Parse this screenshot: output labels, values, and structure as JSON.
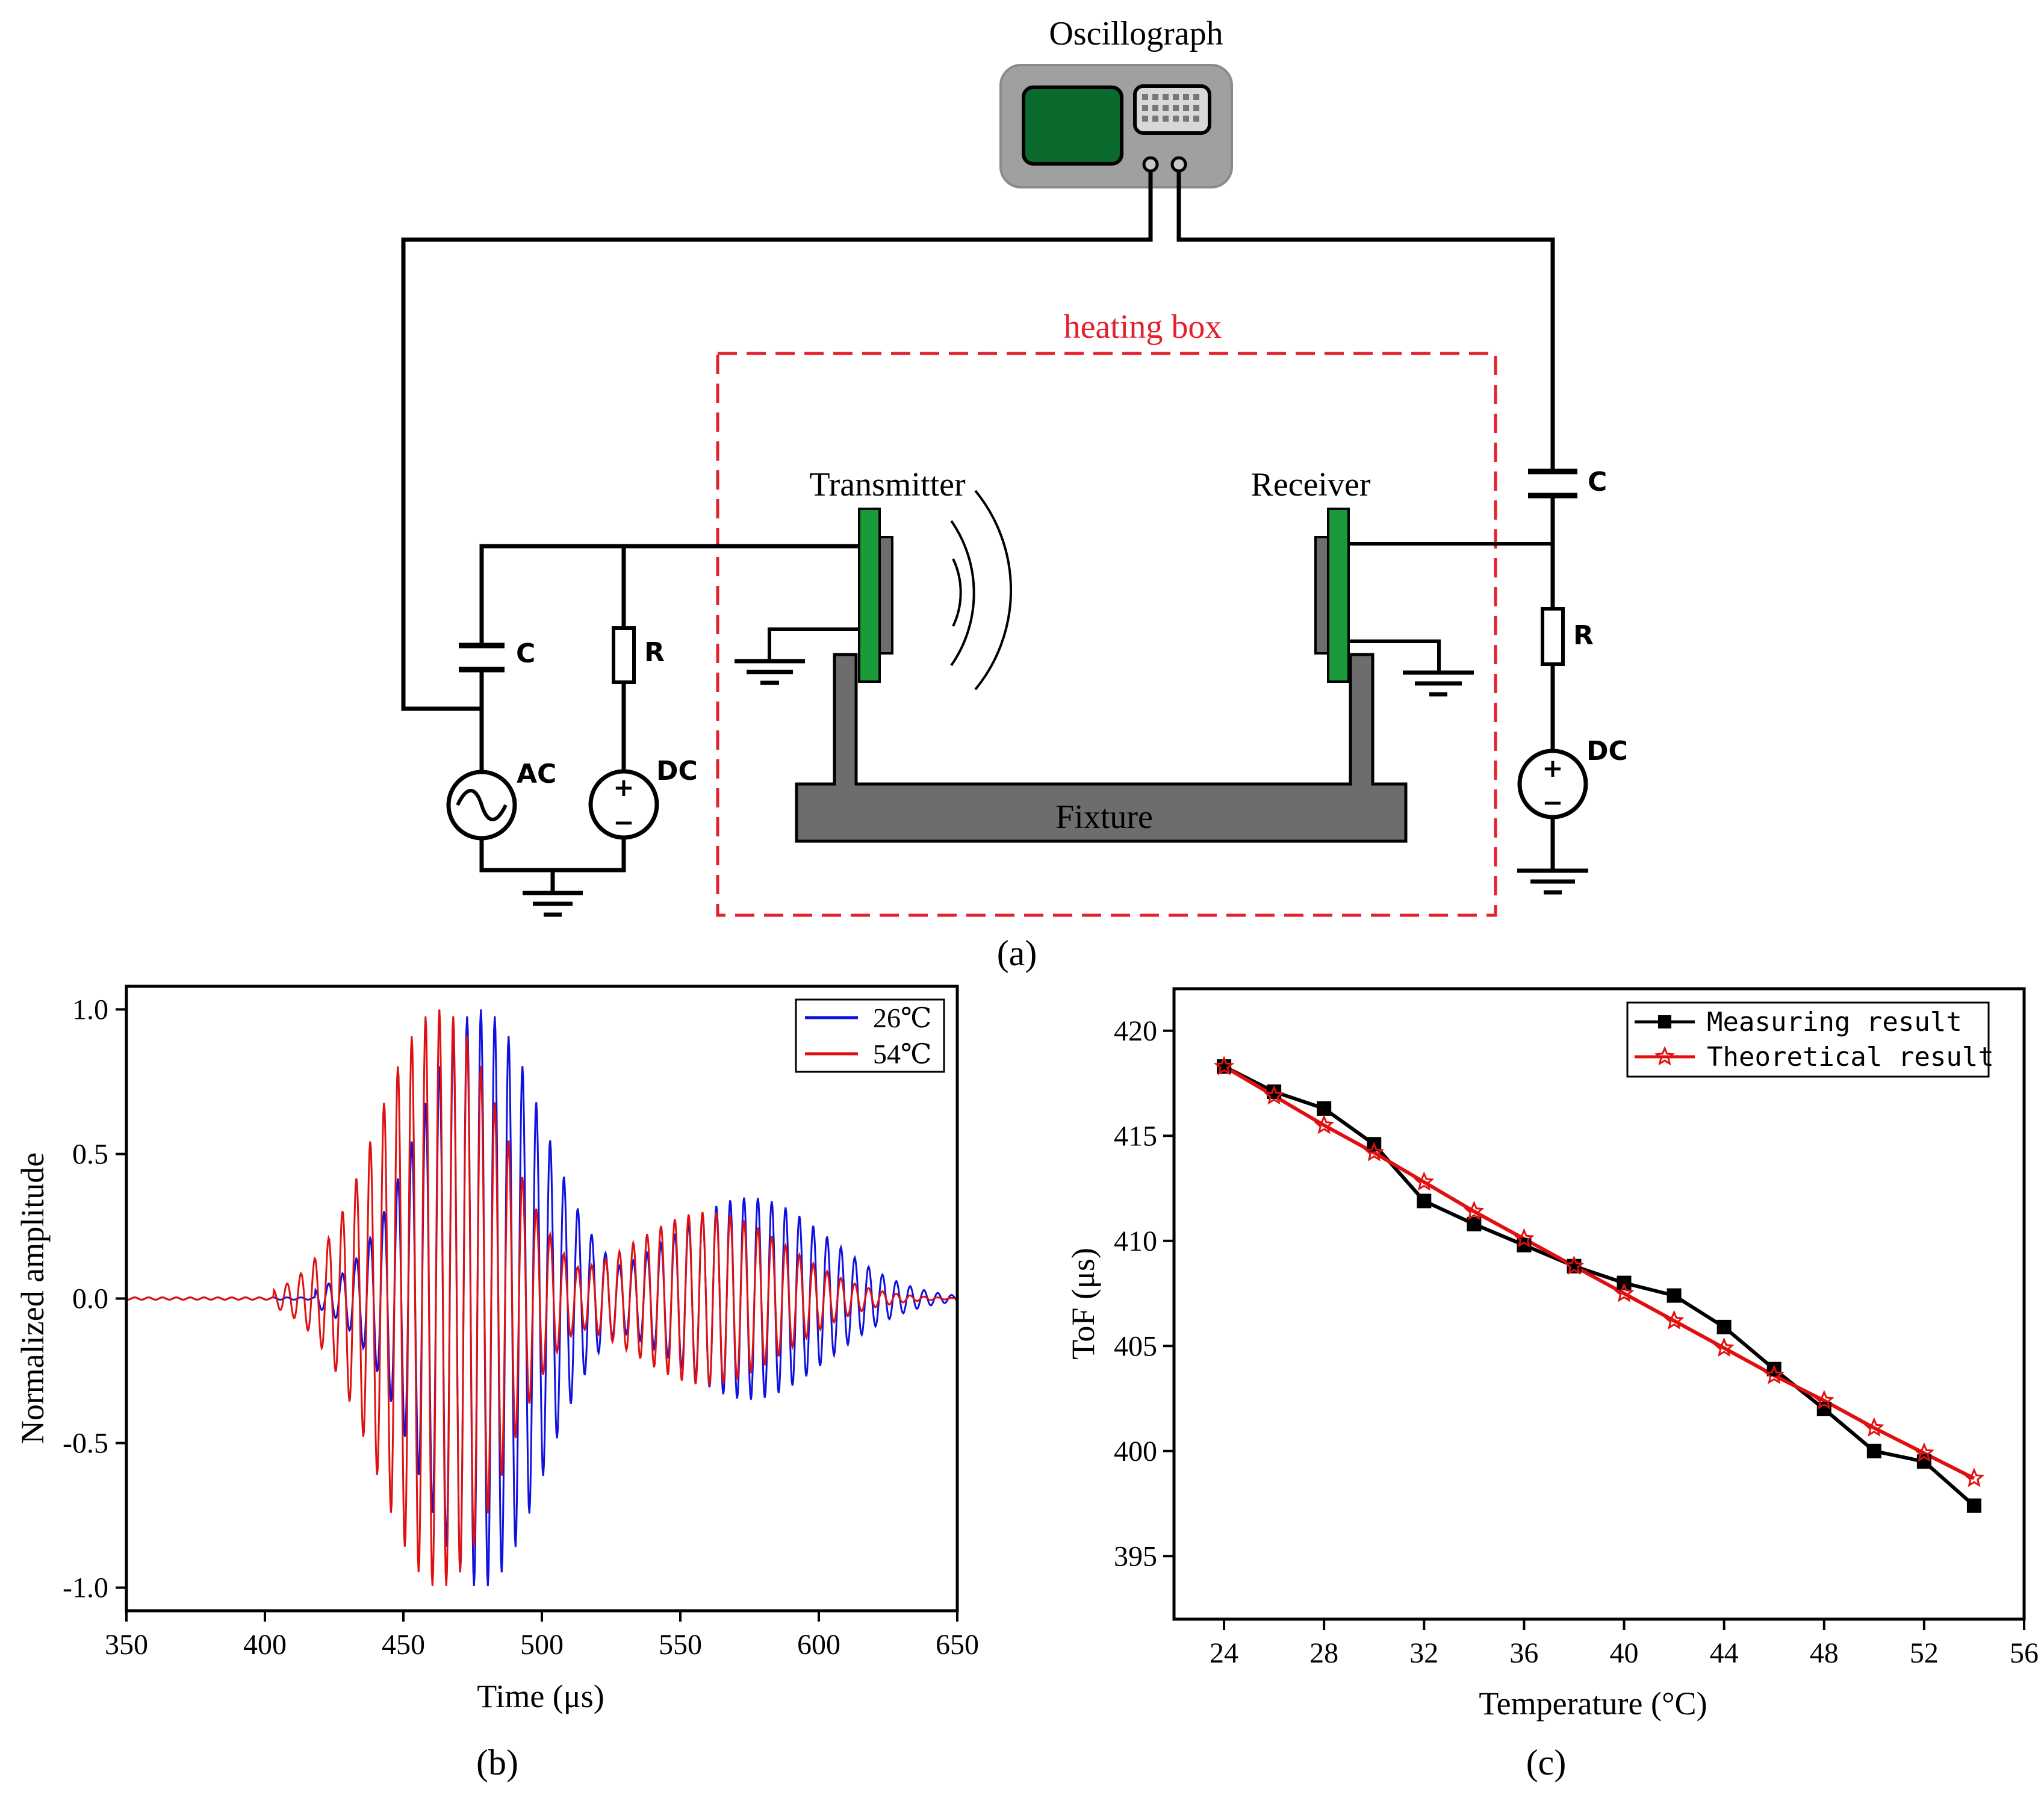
{
  "diagram": {
    "oscillograph_label": "Oscillograph",
    "heating_box_label": "heating box",
    "transmitter_label": "Transmitter",
    "receiver_label": "Receiver",
    "fixture_label": "Fixture",
    "left_capacitor_label": "C",
    "left_resistor_label": "R",
    "ac_label": "AC",
    "left_dc_label": "DC",
    "right_capacitor_label": "C",
    "right_resistor_label": "R",
    "right_dc_label": "DC",
    "plus_sign": "+",
    "minus_sign": "−",
    "caption": "(a)",
    "colors": {
      "screen": "#0b6b2f",
      "transducer": "#1a9a3a",
      "heating_box": "#e5202e",
      "fixture": "#6d6d6d",
      "case": "#a0a0a0"
    }
  },
  "chart_b": {
    "caption": "(b)",
    "chart_data": {
      "type": "line",
      "xlabel": "Time (μs)",
      "ylabel": "Normalized amplitude",
      "xlim": [
        350,
        650
      ],
      "ylim": [
        -1.08,
        1.08
      ],
      "xticks": [
        "350",
        "400",
        "450",
        "500",
        "550",
        "600",
        "650"
      ],
      "yticks": [
        "-1.0",
        "-0.5",
        "0.0",
        "0.5",
        "1.0"
      ],
      "legend_position": "top-right",
      "series": [
        {
          "name": "26℃",
          "color": "#1010e0",
          "signal": {
            "carrier_frequency_mhz": 0.2,
            "main_peak_time_us": 478,
            "main_peak_amplitude": 1.0,
            "second_peak_time_us": 575,
            "second_peak_amplitude": 0.35,
            "onset_us": 418
          }
        },
        {
          "name": "54℃",
          "color": "#e01010",
          "signal": {
            "carrier_frequency_mhz": 0.2,
            "main_peak_time_us": 463,
            "main_peak_amplitude": 1.0,
            "second_peak_time_us": 560,
            "second_peak_amplitude": 0.3,
            "onset_us": 403
          }
        }
      ]
    }
  },
  "chart_c": {
    "caption": "(c)",
    "chart_data": {
      "type": "line",
      "xlabel": "Temperature (°C)",
      "ylabel": "ToF (μs)",
      "xlim": [
        22,
        56
      ],
      "ylim": [
        392,
        422
      ],
      "xticks": [
        "24",
        "28",
        "32",
        "36",
        "40",
        "44",
        "48",
        "52",
        "56"
      ],
      "yticks": [
        "395",
        "400",
        "405",
        "410",
        "415",
        "420"
      ],
      "legend_position": "top-right",
      "x": [
        24,
        26,
        28,
        30,
        32,
        34,
        36,
        38,
        40,
        42,
        44,
        46,
        48,
        50,
        52,
        54
      ],
      "series": [
        {
          "name": "Measuring result",
          "color": "#000000",
          "marker": "square",
          "values": [
            418.3,
            417.1,
            416.3,
            414.6,
            411.9,
            410.8,
            409.8,
            408.8,
            408.0,
            407.4,
            405.9,
            403.9,
            402.0,
            400.0,
            399.5,
            397.4
          ]
        },
        {
          "name": "Theoretical result",
          "color": "#e01010",
          "marker": "star",
          "values": [
            418.3,
            416.9,
            415.5,
            414.2,
            412.8,
            411.4,
            410.1,
            408.8,
            407.5,
            406.2,
            404.9,
            403.6,
            402.4,
            401.1,
            399.9,
            398.7
          ]
        }
      ]
    }
  }
}
